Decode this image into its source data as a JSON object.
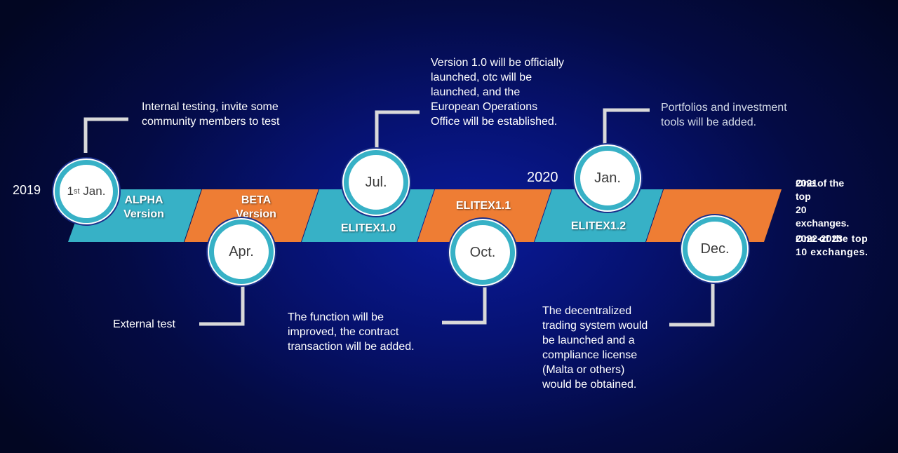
{
  "colors": {
    "teal": "#37b1c6",
    "orange": "#ee7d34",
    "connector": "#d9d9d9",
    "circle_ring": "#37b1c6"
  },
  "years": {
    "y2019": "2019",
    "y2020": "2020"
  },
  "segments": [
    {
      "label": "ALPHA\nVersion",
      "color": "teal"
    },
    {
      "label": "BETA\nVersion",
      "color": "orange"
    },
    {
      "label": "ELITEX1.0",
      "color": "teal"
    },
    {
      "label": "ELITEX1.1",
      "color": "orange"
    },
    {
      "label": "ELITEX1.2",
      "color": "teal"
    },
    {
      "label": "",
      "color": "orange"
    }
  ],
  "milestones": {
    "jan2019": {
      "day": "1",
      "suffix": "st",
      "month": " Jan.",
      "text": "Internal testing, invite some\ncommunity members to test"
    },
    "apr": {
      "month": "Apr.",
      "text": "External test"
    },
    "jul": {
      "month": "Jul.",
      "text": "Version 1.0 will be officially\nlaunched, otc will be\nlaunched, and the\nEuropean Operations\nOffice will be established."
    },
    "oct": {
      "month": "Oct.",
      "text": "The function will be\nimproved, the contract\ntransaction will be added."
    },
    "jan2020": {
      "month": "Jan.",
      "text": "Portfolios and investment\ntools will be added."
    },
    "dec": {
      "month": "Dec.",
      "text": "The decentralized\ntrading system would\nbe launched and a\ncompliance license\n(Malta or others)\nwould be obtained."
    }
  },
  "future": [
    {
      "year": "2021",
      "text": "One of the top\n20 exchanges."
    },
    {
      "year": "2022-2023",
      "text": "One of the top\n10 exchanges."
    }
  ]
}
